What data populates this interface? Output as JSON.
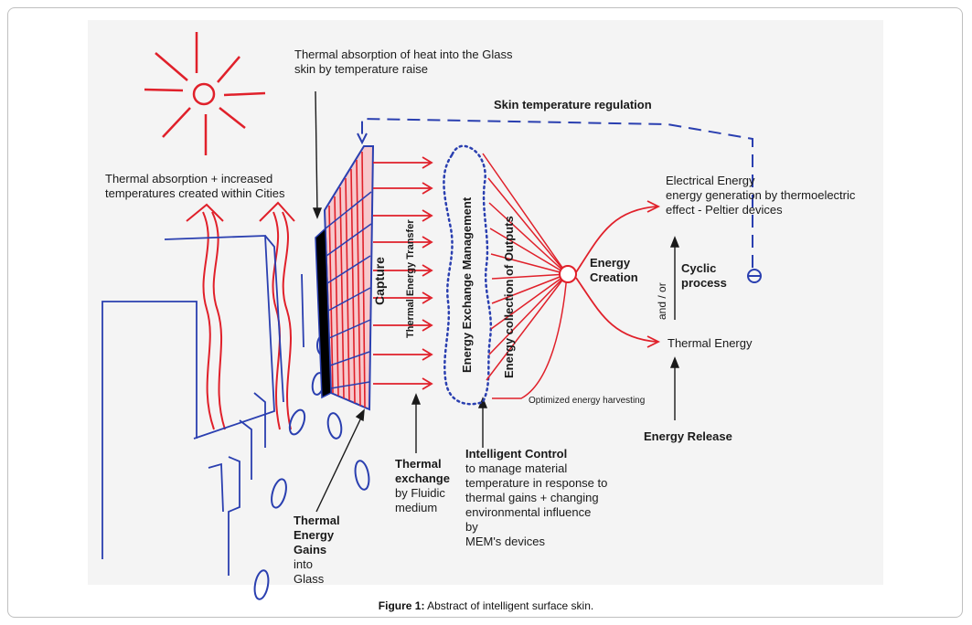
{
  "labels": {
    "thermal_absorption_heat": "Thermal absorption of heat into the Glass\nskin by temperature raise",
    "skin_temp_regulation": "Skin temperature regulation",
    "thermal_absorption_cities": "Thermal absorption + increased\ntemperatures created within Cities",
    "capture": "Capture",
    "thermal_energy_transfer": "Thermal Energy Transfer",
    "energy_exchange_management": "Energy Exchange Management",
    "energy_collection_outputs": "Energy collection of Outputs",
    "energy_creation": "Energy\nCreation",
    "electrical_energy": "Electrical Energy\nenergy generation by thermoelectric\neffect - Peltier devices",
    "cyclic_process": "Cyclic\nprocess",
    "and_or": "and / or",
    "thermal_energy": "Thermal Energy",
    "optimized_harvesting": "Optimized energy harvesting",
    "energy_release": "Energy Release",
    "thermal_exchange_title": "Thermal\nexchange",
    "thermal_exchange_body": "by Fluidic\nmedium",
    "intelligent_control_title": "Intelligent Control",
    "intelligent_control_body": "to manage material\ntemperature in response to\nthermal gains + changing\nenvironmental influence\nby\nMEM's devices",
    "thermal_gains_title": "Thermal\nEnergy\nGains",
    "thermal_gains_body": "into\nGlass"
  },
  "caption": {
    "prefix": "Figure 1:",
    "text": " Abstract of intelligent surface skin."
  },
  "colors": {
    "red": "#e0202a",
    "blue": "#2a3fb0",
    "text": "#1a1a1a"
  }
}
